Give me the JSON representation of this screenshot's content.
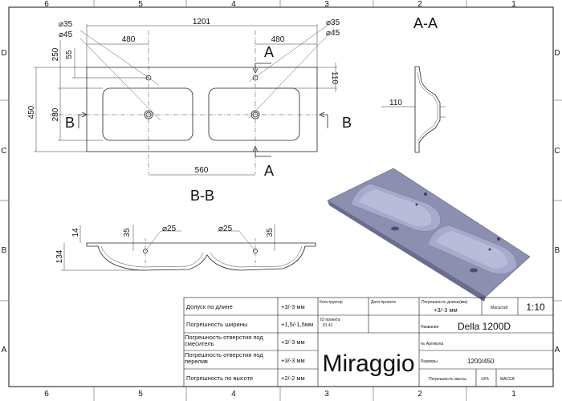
{
  "frame": {
    "zones_top": [
      "6",
      "5",
      "4",
      "3",
      "2",
      "1"
    ],
    "zones_side": [
      "D",
      "C",
      "B",
      "A"
    ]
  },
  "dimensions": {
    "overall_width": "1201",
    "left_half": "480",
    "right_half": "480",
    "bottom_span": "560",
    "height_450": "450",
    "height_280": "280",
    "height_250": "250",
    "height_55": "55",
    "right_110": "110",
    "hole_d35_left": "⌀35",
    "hole_d45_left": "⌀45",
    "hole_d35_right": "⌀35",
    "hole_d45_right": "⌀45",
    "section_aa_110": "110",
    "bb_14": "14",
    "bb_134": "134",
    "bb_35_left": "35",
    "bb_35_right": "35",
    "bb_d25_left": "⌀25",
    "bb_d25_right": "⌀25"
  },
  "section_marks": {
    "a_top": "A",
    "a_bottom": "A",
    "b_left": "B",
    "b_right": "B",
    "section_aa_title": "A-A",
    "section_bb_title": "B-B"
  },
  "title_block": {
    "rows": [
      {
        "label": "Допуск по длине",
        "value": "+3/-3 мм"
      },
      {
        "label": "Погрешность ширины",
        "value": "+1,5/-1,5мм"
      },
      {
        "label": "Погрешность отверстия под смеситель",
        "value": "+3/-3 мм"
      },
      {
        "label": "Погрешность отверстия под перелив",
        "value": "+3/-3 мм"
      },
      {
        "label": "Погрешность по высоте",
        "value": "+2/-2 мм"
      }
    ],
    "designer_label": "Конструктор",
    "date_label": "Дата проекта",
    "project_id_label": "ID проекта",
    "project_id_value": "01.41",
    "length_error_label": "Погрешность длины(мм)",
    "length_error_value": "+3/-3 мм",
    "scale_label": "Масштаб",
    "scale_value": "1:10",
    "name_label": "Название",
    "name_value": "Della 1200D",
    "article_label": "№ Артикула",
    "sizes_label": "Размеры",
    "sizes_value": "1200/450",
    "mass_error_label": "Погрешность массы",
    "mass_error_value": "±3%",
    "mass_label": "МАССА",
    "brand": "Miraggio"
  },
  "colors": {
    "basin_top": "#8c8fb0",
    "basin_shadow": "#6a6d8e",
    "basin_bowl": "#a7aacb"
  }
}
